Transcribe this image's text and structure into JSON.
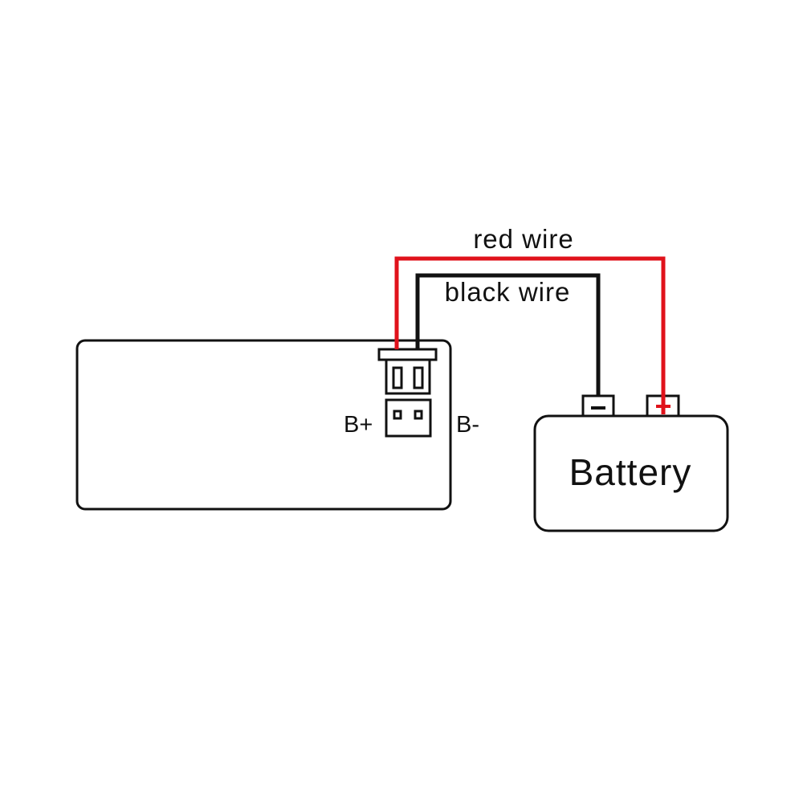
{
  "labels": {
    "red_wire": "red wire",
    "black_wire": "black wire",
    "b_plus": "B+",
    "b_minus": "B-",
    "battery": "Battery"
  },
  "colors": {
    "red_wire": "#e0121b",
    "black_wire": "#111111",
    "outline": "#111111"
  }
}
